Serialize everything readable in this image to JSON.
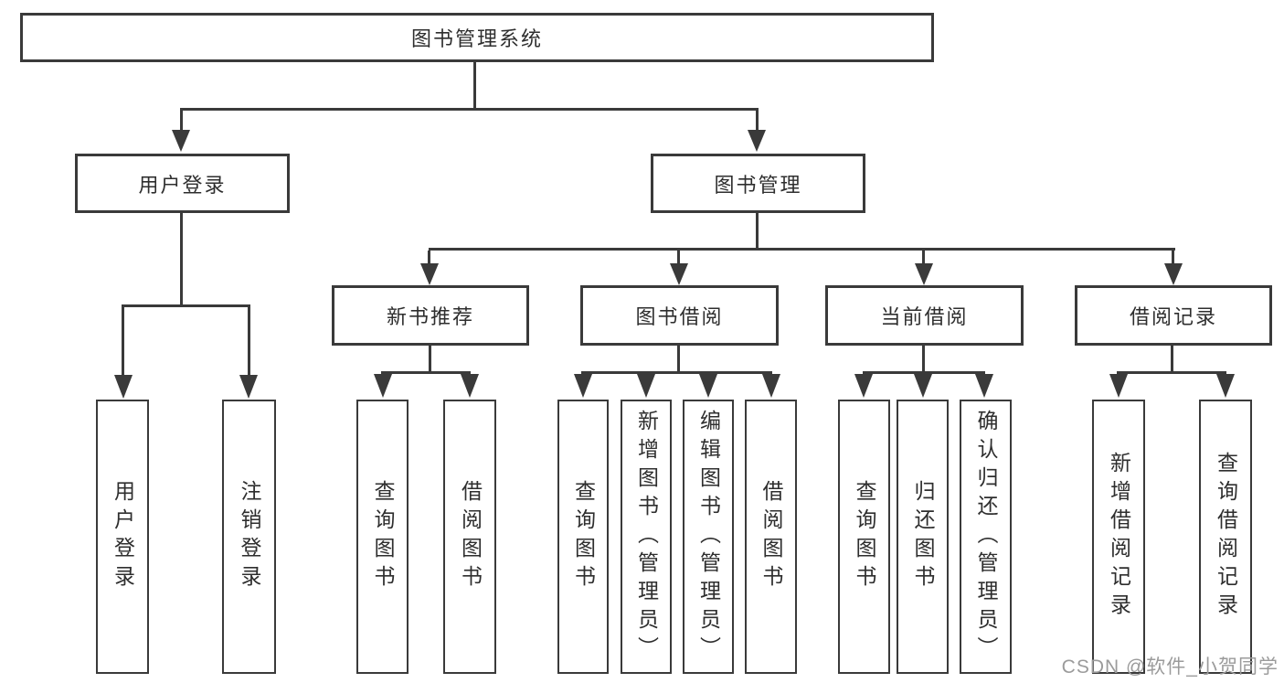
{
  "diagram": {
    "line_color": "#3a3a3a",
    "text_color": "#2e2e2e",
    "root": {
      "label": "图书管理系统"
    },
    "branches": [
      {
        "label": "用户登录",
        "children": [
          {
            "label": "用户登录"
          },
          {
            "label": "注销登录"
          }
        ]
      },
      {
        "label": "图书管理",
        "children": [
          {
            "label": "新书推荐",
            "children": [
              {
                "label": "查询图书"
              },
              {
                "label": "借阅图书"
              }
            ]
          },
          {
            "label": "图书借阅",
            "children": [
              {
                "label": "查询图书"
              },
              {
                "label": "新增图书（管理员）"
              },
              {
                "label": "编辑图书（管理员）"
              },
              {
                "label": "借阅图书"
              }
            ]
          },
          {
            "label": "当前借阅",
            "children": [
              {
                "label": "查询图书"
              },
              {
                "label": "归还图书"
              },
              {
                "label": "确认归还（管理员）"
              }
            ]
          },
          {
            "label": "借阅记录",
            "children": [
              {
                "label": "新增借阅记录"
              },
              {
                "label": "查询借阅记录"
              }
            ]
          }
        ]
      }
    ]
  },
  "watermark": {
    "text": "CSDN @软件_小贺同学",
    "color": "#9b9b9b"
  }
}
